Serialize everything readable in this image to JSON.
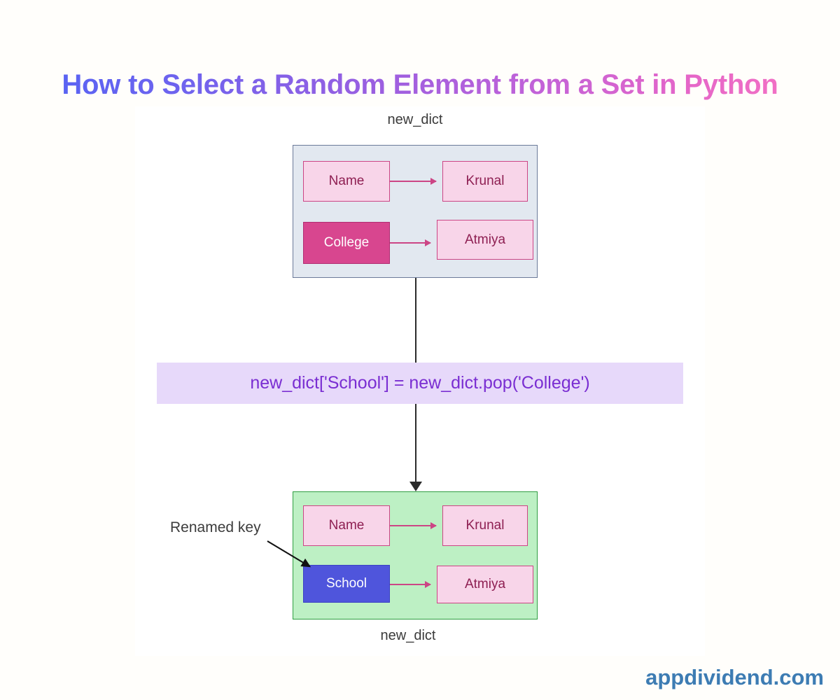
{
  "page": {
    "title": "How to Select a Random Element from a Set in Python",
    "watermark": "appdividend.com",
    "title_gradient_start": "#4f63f5",
    "title_gradient_end": "#f977c2",
    "background": "#fffefb",
    "canvas_background": "#ffffff"
  },
  "diagram": {
    "type": "flow",
    "top_dict": {
      "label": "new_dict",
      "container_fill": "#e2e8f0",
      "container_border": "#6b7a99",
      "entries": [
        {
          "key": "Name",
          "value": "Krunal",
          "key_style": "pink",
          "value_style": "pink"
        },
        {
          "key": "College",
          "value": "Atmiya",
          "key_style": "magenta",
          "value_style": "pink"
        }
      ]
    },
    "code_step": {
      "text": "new_dict['School'] = new_dict.pop('College')",
      "fill": "#e7d9fa",
      "text_color": "#7a2ed2"
    },
    "bottom_dict": {
      "label": "new_dict",
      "container_fill": "#bdf0c4",
      "container_border": "#2f9e41",
      "entries": [
        {
          "key": "Name",
          "value": "Krunal",
          "key_style": "pink",
          "value_style": "pink"
        },
        {
          "key": "School",
          "value": "Atmiya",
          "key_style": "blue",
          "value_style": "pink"
        }
      ]
    },
    "annotation": {
      "label": "Renamed key",
      "points_to": "School"
    },
    "colors": {
      "cell_pink_fill": "#f8d5e9",
      "cell_pink_border": "#cc4585",
      "cell_pink_text": "#8e1f52",
      "cell_magenta_fill": "#d8468f",
      "cell_blue_fill": "#4f55dc",
      "connector": "#2b2b2b",
      "watermark": "#3d7cb3"
    }
  }
}
